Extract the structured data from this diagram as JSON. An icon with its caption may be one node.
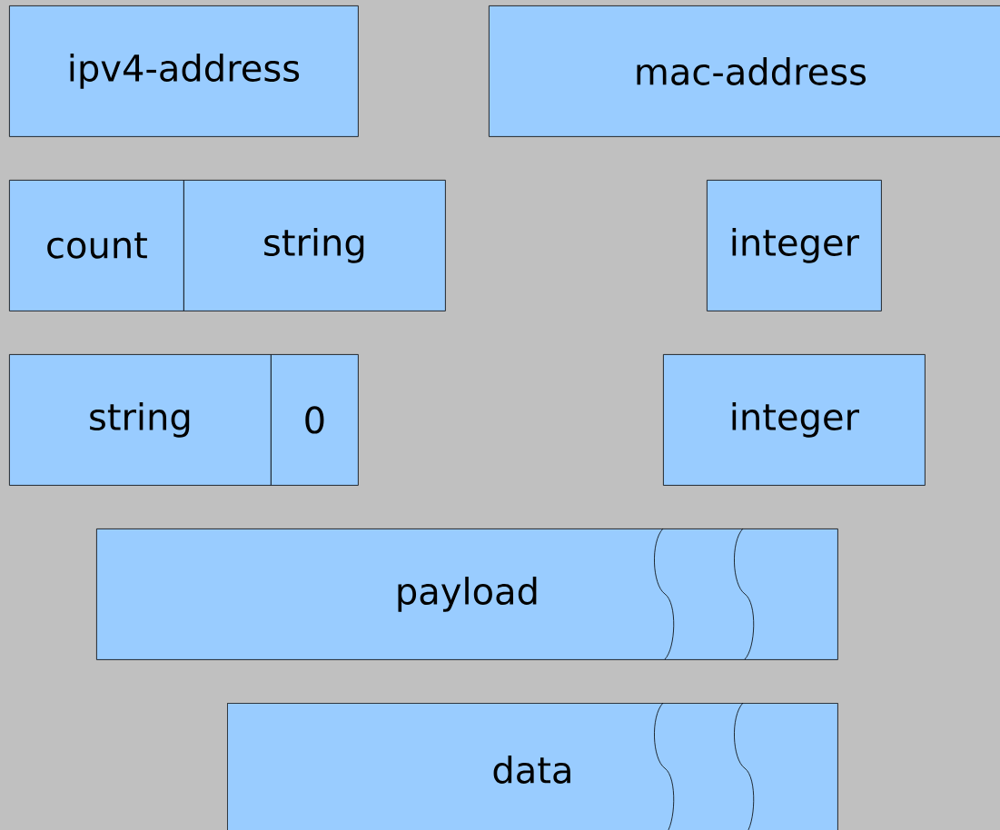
{
  "diagram": {
    "nodes": [
      {
        "text": [
          "ipv4-address"
        ]
      },
      {
        "text": [
          "mac-address"
        ]
      },
      {
        "text": [
          "count"
        ]
      },
      {
        "text": [
          "string"
        ]
      },
      {
        "text": [
          "integer"
        ]
      },
      {
        "text": [
          "string"
        ]
      },
      {
        "text": [
          "0"
        ]
      },
      {
        "text": [
          "integer"
        ]
      },
      {
        "text": [
          "payload"
        ]
      },
      {
        "text": [
          "data"
        ]
      }
    ]
  }
}
